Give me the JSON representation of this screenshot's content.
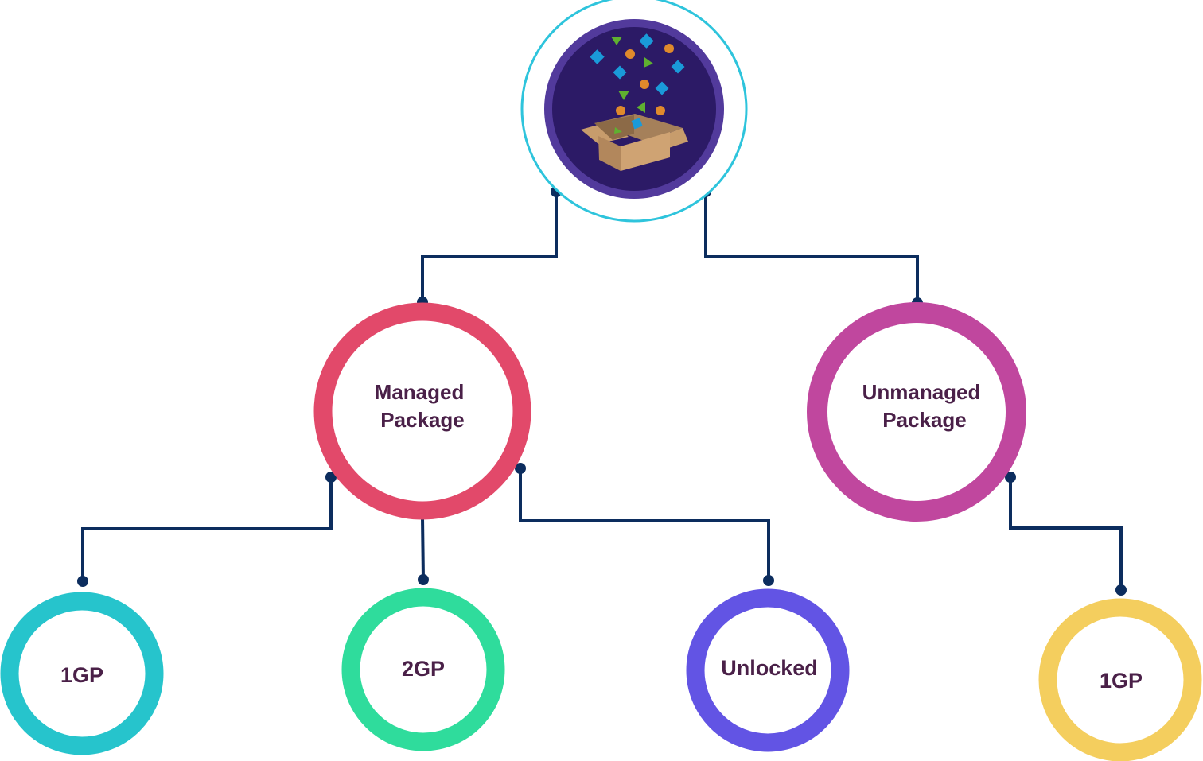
{
  "diagram": {
    "title": "Salesforce Package Types",
    "root": {
      "icon": "package-box-icon",
      "ring_color": "#2ec4dc",
      "disc_outer_color": "#523a9c",
      "disc_inner_color": "#2c1a66"
    },
    "nodes": [
      {
        "id": "managed",
        "lines": [
          "Managed",
          "Package"
        ],
        "color": "#e2496a"
      },
      {
        "id": "unmanaged",
        "lines": [
          "Unmanaged",
          "Package"
        ],
        "color": "#c0479e"
      },
      {
        "id": "managed-1gp",
        "lines": [
          "1GP"
        ],
        "color": "#26c4cc"
      },
      {
        "id": "managed-2gp",
        "lines": [
          "2GP"
        ],
        "color": "#2fdc9c"
      },
      {
        "id": "managed-unlocked",
        "lines": [
          "Unlocked"
        ],
        "color": "#6254e4"
      },
      {
        "id": "unmanaged-1gp",
        "lines": [
          "1GP"
        ],
        "color": "#f4ce5e"
      }
    ],
    "edges": [
      {
        "from": "root",
        "to": "managed"
      },
      {
        "from": "root",
        "to": "unmanaged"
      },
      {
        "from": "managed",
        "to": "managed-1gp"
      },
      {
        "from": "managed",
        "to": "managed-2gp"
      },
      {
        "from": "managed",
        "to": "managed-unlocked"
      },
      {
        "from": "unmanaged",
        "to": "unmanaged-1gp"
      }
    ],
    "connector_color": "#0c2d5e",
    "label_color": "#4a2048"
  }
}
